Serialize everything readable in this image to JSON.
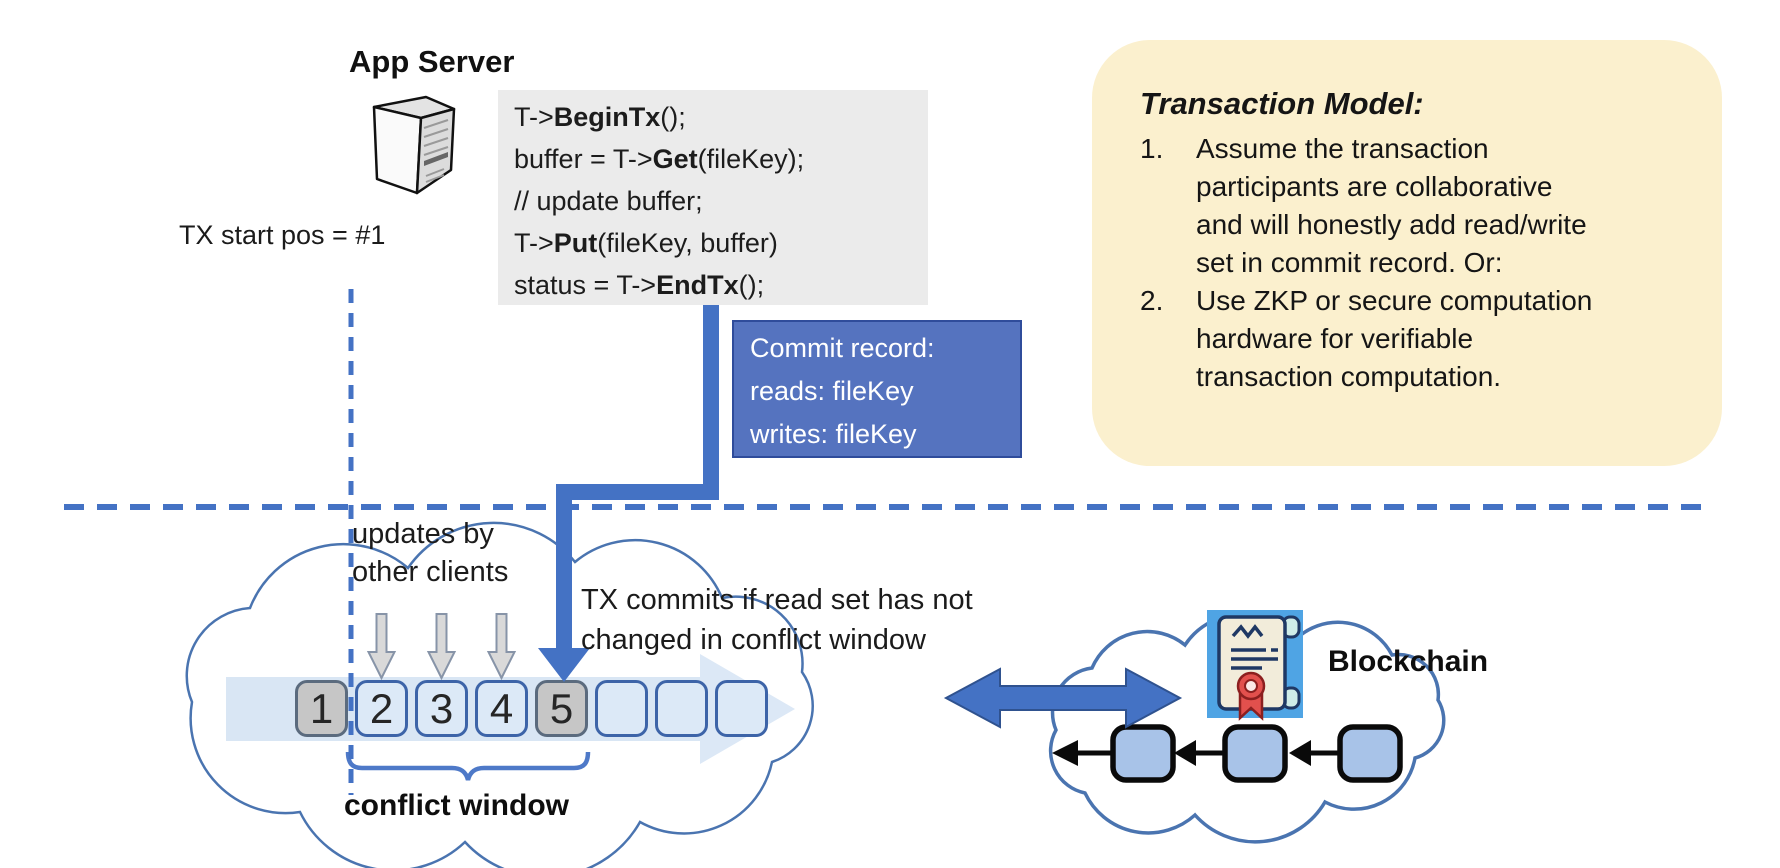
{
  "colors": {
    "accent_blue": "#4472C4",
    "commit_box_bg": "#5573BF",
    "commit_box_border": "#2F4C9B",
    "note_bg": "#FBF0CE",
    "code_bg": "#EBEBEB",
    "timeline_box_blue": "#DCE9F7",
    "timeline_box_gray": "#C6C6C6",
    "blockchain_block_fill": "#A8C3E8",
    "cloud_stroke": "#4A74B0",
    "certificate_bg": "#4FA4E4",
    "seal_red": "#E2504D"
  },
  "app_server": {
    "label": "App Server"
  },
  "code_block": {
    "lines": [
      {
        "pre": "T->",
        "bold": "BeginTx",
        "post": "();"
      },
      {
        "pre": "buffer = T->",
        "bold": "Get",
        "post": "(fileKey);"
      },
      {
        "pre": "// update buffer;",
        "bold": "",
        "post": ""
      },
      {
        "pre": "T->",
        "bold": "Put",
        "post": "(fileKey, buffer)"
      },
      {
        "pre": "status = T->",
        "bold": "EndTx",
        "post": "();"
      }
    ]
  },
  "tx_start_label": "TX start pos = #1",
  "commit_record": {
    "lines": [
      "Commit record:",
      "reads: fileKey",
      "writes: fileKey"
    ]
  },
  "transaction_model": {
    "title": "Transaction Model:",
    "items": [
      {
        "num": "1.",
        "lines": [
          "Assume the transaction",
          "participants are collaborative",
          "and will honestly add read/write",
          "set in commit record.  Or:"
        ]
      },
      {
        "num": "2.",
        "lines": [
          "Use ZKP or secure computation",
          "hardware for verifiable",
          "transaction computation."
        ]
      }
    ]
  },
  "updates_label": {
    "lines": [
      "updates by",
      "other clients"
    ]
  },
  "tx_commits_label": {
    "lines": [
      "TX commits if read set has not",
      "changed in conflict window"
    ]
  },
  "conflict_window_label": "conflict window",
  "blockchain_label": "Blockchain",
  "timeline": {
    "boxes": [
      {
        "label": "1",
        "shaded": true
      },
      {
        "label": "2",
        "shaded": false
      },
      {
        "label": "3",
        "shaded": false
      },
      {
        "label": "4",
        "shaded": false
      },
      {
        "label": "5",
        "shaded": true
      },
      {
        "label": "",
        "shaded": false
      },
      {
        "label": "",
        "shaded": false
      },
      {
        "label": "",
        "shaded": false
      }
    ]
  }
}
